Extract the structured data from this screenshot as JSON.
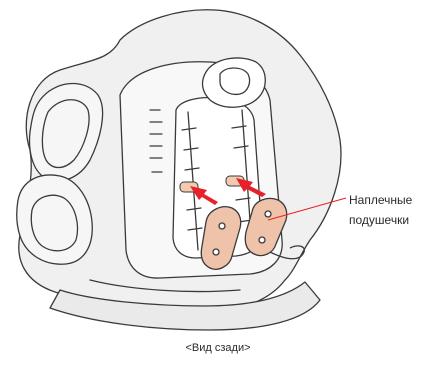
{
  "figure": {
    "view_caption": "<Вид сзади>",
    "callout": {
      "line1": "Наплечные",
      "line2": "подушечки"
    },
    "colors": {
      "outline": "#3a3a3a",
      "shell_fill": "#f0f0f0",
      "pad_fill": "#efc2aa",
      "pad_slot_fill": "#f3c9b2",
      "arrow": "#e8202a",
      "leader_line": "#e8202a"
    }
  }
}
